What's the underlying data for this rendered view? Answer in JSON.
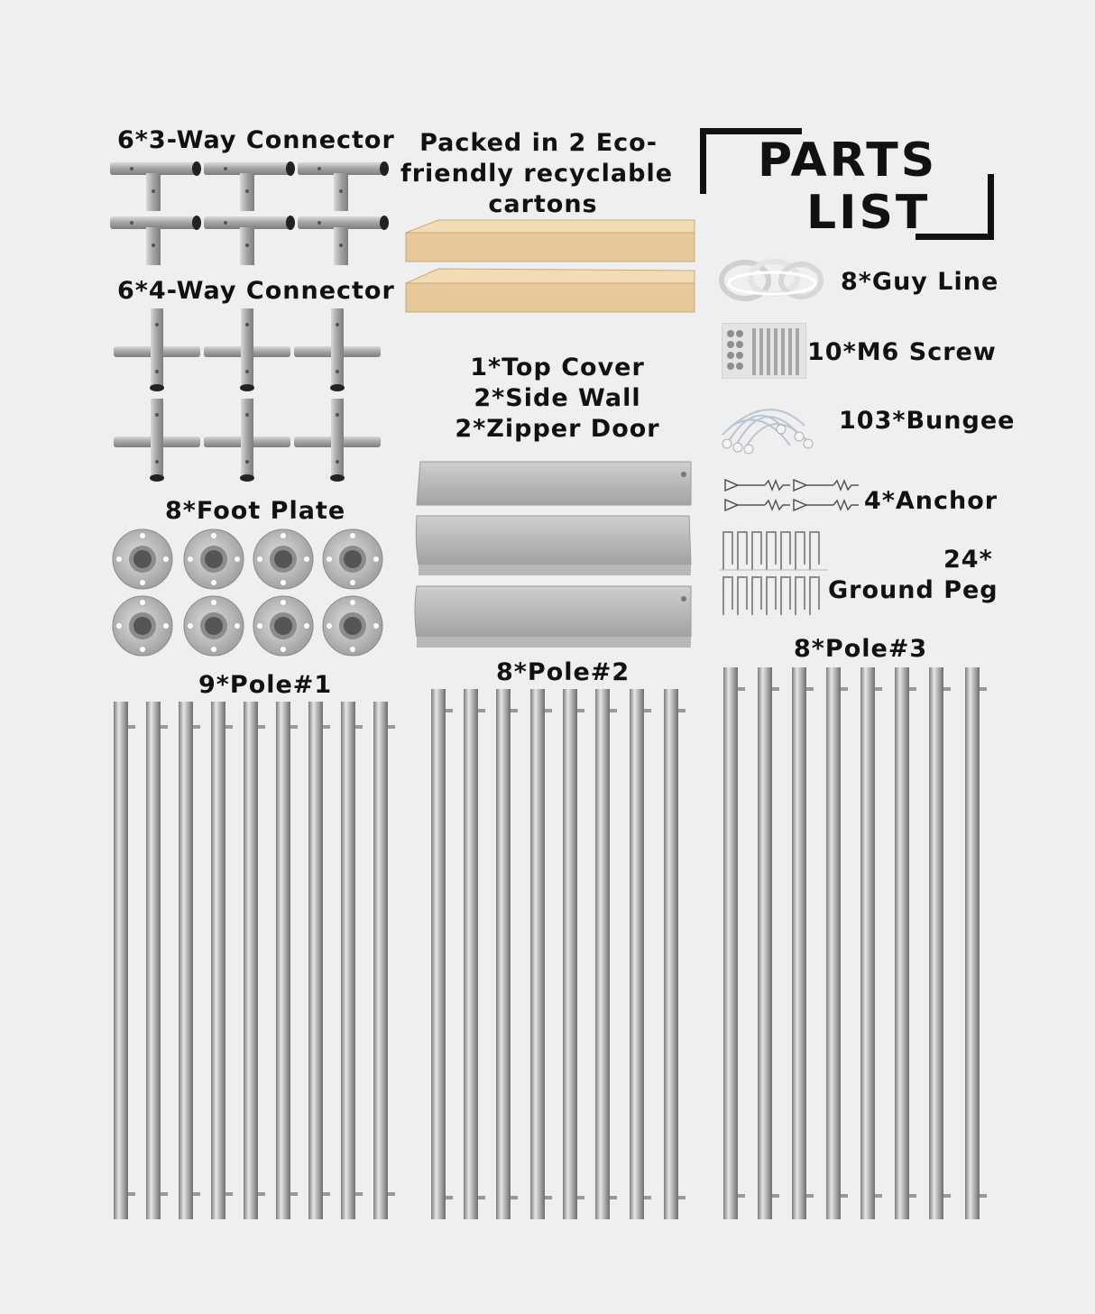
{
  "title": {
    "line1": "PARTS",
    "line2": "LIST"
  },
  "packing": {
    "line1": "Packed in 2 Eco-",
    "line2": "friendly recyclable",
    "line3": "cartons"
  },
  "parts": {
    "three_way": "6*3-Way Connector",
    "four_way": "6*4-Way Connector",
    "foot_plate": "8*Foot Plate",
    "cover_line1": "1*Top Cover",
    "cover_line2": "2*Side Wall",
    "cover_line3": "2*Zipper Door",
    "guy_line": "8*Guy Line",
    "screw": "10*M6 Screw",
    "bungee": "103*Bungee",
    "anchor": "4*Anchor",
    "peg_line1": "24*",
    "peg_line2": "Ground Peg",
    "pole1": "9*Pole#1",
    "pole2": "8*Pole#2",
    "pole3": "8*Pole#3"
  },
  "colors": {
    "background": "#efefef",
    "metal": "#a9a9a9",
    "carton": "#e6c89a",
    "fabric": "#b5b5b5",
    "text": "#111111"
  }
}
